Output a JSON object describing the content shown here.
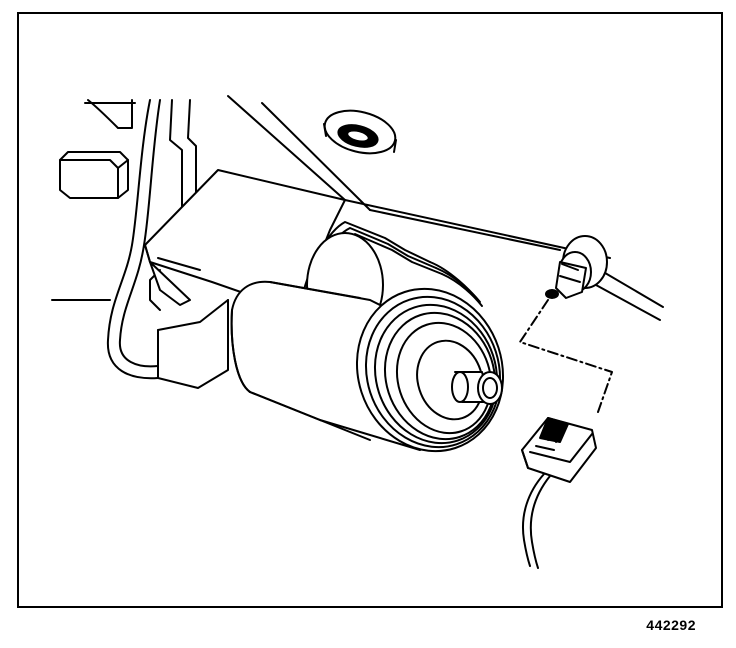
{
  "figure": {
    "number": "442292",
    "colors": {
      "ink": "#000000",
      "paper": "#ffffff"
    },
    "parts": [
      "bracket",
      "motor-housing",
      "motor-end-cap",
      "motor-shaft",
      "mounting-strap",
      "grommet",
      "fitting",
      "electrical-connector",
      "wire"
    ]
  }
}
